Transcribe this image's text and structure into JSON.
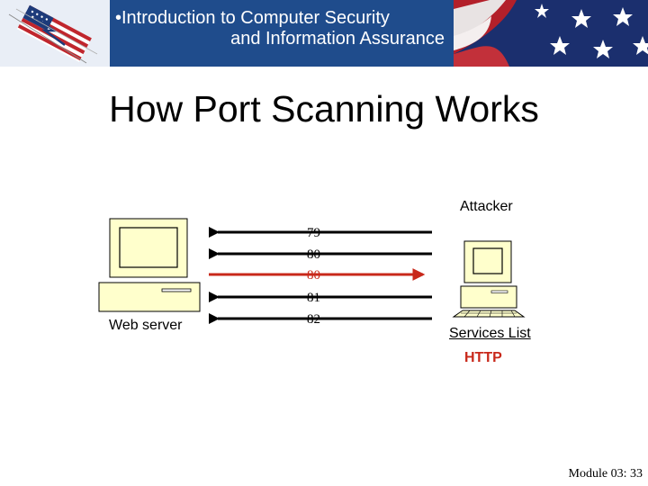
{
  "header": {
    "course_line1": "•Introduction to Computer Security",
    "course_line2": "and Information Assurance"
  },
  "slide": {
    "title": "How Port Scanning Works",
    "footer": "Module 03: 33"
  },
  "diagram": {
    "attacker_label": "Attacker",
    "web_server_label": "Web server",
    "services_label": "Services List",
    "service_found": "HTTP",
    "ports": [
      {
        "port": "79",
        "direction": "to-server",
        "highlight": false
      },
      {
        "port": "80",
        "direction": "to-server",
        "highlight": false
      },
      {
        "port": "80",
        "direction": "to-attacker",
        "highlight": true
      },
      {
        "port": "81",
        "direction": "to-server",
        "highlight": false
      },
      {
        "port": "82",
        "direction": "to-server",
        "highlight": false
      }
    ],
    "colors": {
      "highlight": "#c8281a",
      "normal": "#000000",
      "banner": "#1f4c8c",
      "monitor": "#ffffcc"
    }
  }
}
